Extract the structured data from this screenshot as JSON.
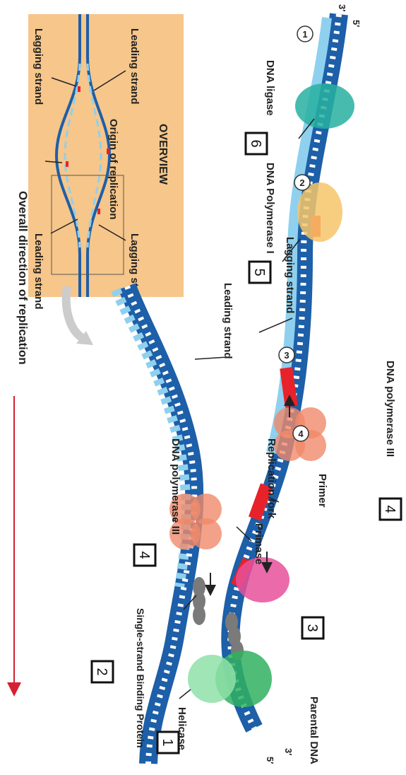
{
  "direction_label": "Overall direction of replication",
  "overview": {
    "title": "OVERVIEW",
    "origin": "Origin of replication",
    "lagging_strand": "Lagging strand",
    "leading_strand": "Leading strand"
  },
  "labels": {
    "leading_strand": "Leading strand",
    "lagging_strand": "Lagging strand",
    "replication_fork": "Replication fork",
    "primase": "Primase",
    "primer": "Primer",
    "helicase": "Helicase",
    "ssb": "Single-strand Binding Protein",
    "parental_dna": "Parental DNA",
    "dna_pol_iii_top": "DNA polymerase III",
    "dna_pol_iii_bottom": "DNA polymerase III",
    "dna_pol_i": "DNA Polymerase I",
    "dna_ligase": "DNA ligase",
    "five_prime": "5′",
    "three_prime": "3′"
  },
  "step_boxes": [
    "1",
    "2",
    "3",
    "4",
    "4",
    "5",
    "6"
  ],
  "circled_steps": [
    "1",
    "2",
    "3",
    "4"
  ],
  "colors": {
    "strand_dark": "#1d5fa8",
    "strand_light": "#8fd0ee",
    "primer_red": "#e8222a",
    "overview_bg": "#f6c68a",
    "helicase_green": "#6fcf8f",
    "polymerase_salmon": "#f08a6a",
    "primase_pink": "#e8509a",
    "ligase_teal": "#27b0a0",
    "pol_i_yellow": "#f6c66a",
    "ssb_gray": "#7a7a7a",
    "arrow_red": "#d42030"
  }
}
